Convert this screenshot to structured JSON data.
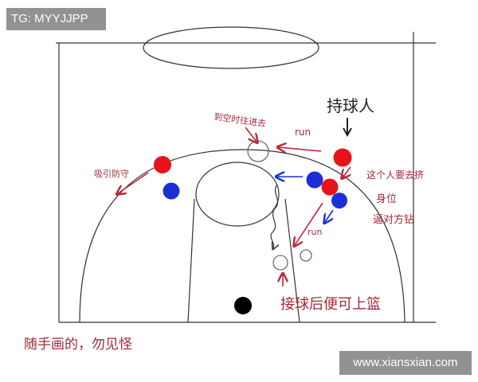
{
  "watermarks": {
    "top_left": "TG: MYYJJPP",
    "bottom_right": "www.xiansxian.com"
  },
  "annotations": {
    "ball_holder": "持球人",
    "cut_in": "到空时往进去",
    "run_top": "run",
    "run_mid": "run",
    "spread_out": "吸引防守",
    "seal_line1": "这个人要去挤",
    "seal_line2": "身位",
    "seal_line3": "逼对方钻",
    "catch_finish": "接球后便可上篮",
    "footnote": "随手画的，勿见怪"
  },
  "colors": {
    "offense": "#e8121b",
    "defense": "#1b2fd6",
    "ink_red": "#a2283a",
    "court_line": "#333333",
    "ball": "#000000"
  }
}
